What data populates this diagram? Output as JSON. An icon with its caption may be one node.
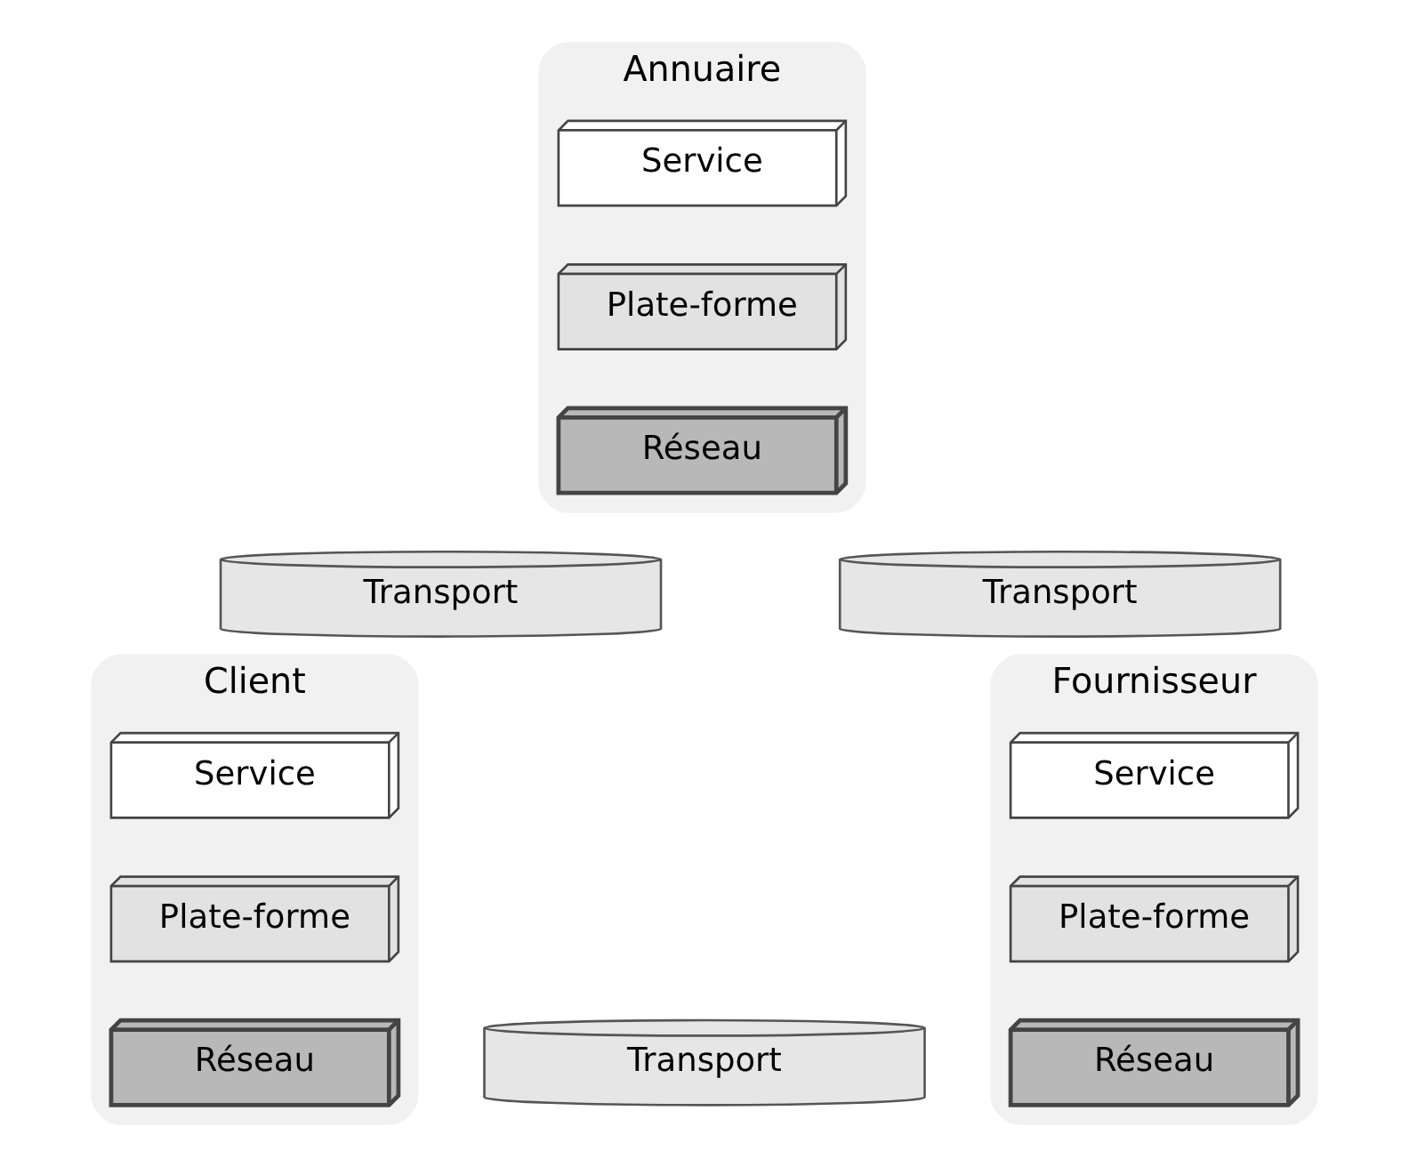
{
  "diagram": {
    "nodes": [
      {
        "text": [
          "Annuaire"
        ]
      },
      {
        "text": [
          "Service"
        ],
        "in": 0
      },
      {
        "text": [
          "Plate-forme"
        ],
        "in": 0
      },
      {
        "text": [
          "Réseau"
        ],
        "in": 0
      },
      {
        "text": [
          "Transport"
        ]
      },
      {
        "text": [
          "Transport"
        ]
      },
      {
        "text": [
          "Client"
        ]
      },
      {
        "text": [
          "Service"
        ],
        "in": 6
      },
      {
        "text": [
          "Plate-forme"
        ],
        "in": 6
      },
      {
        "text": [
          "Réseau"
        ],
        "in": 6
      },
      {
        "text": [
          "Fournisseur"
        ]
      },
      {
        "text": [
          "Service"
        ],
        "in": 10
      },
      {
        "text": [
          "Plate-forme"
        ],
        "in": 10
      },
      {
        "text": [
          "Réseau"
        ],
        "in": 10
      },
      {
        "text": [
          "Transport"
        ]
      }
    ]
  }
}
